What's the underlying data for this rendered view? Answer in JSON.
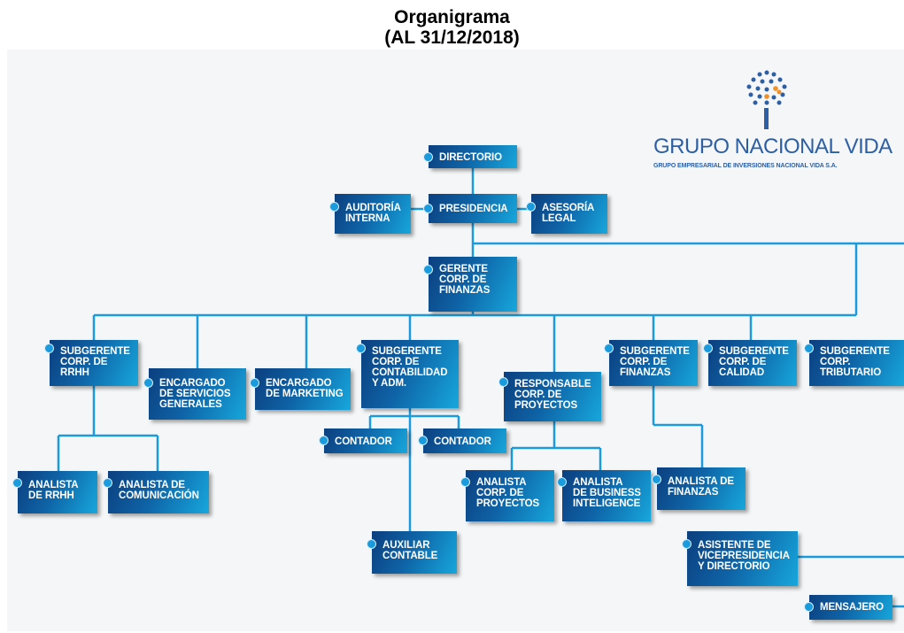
{
  "title": "Organigrama",
  "subtitle": "(AL 31/12/2018)",
  "logo": {
    "name": "GRUPO NACIONAL VIDA",
    "subname": "GRUPO EMPRESARIAL DE INVERSIONES NACIONAL VIDA S.A."
  },
  "nodes": {
    "directorio": "DIRECTORIO",
    "presidencia": "PRESIDENCIA",
    "auditoria": "AUDITORÍA\nINTERNA",
    "asesoria": "ASESORÍA\nLEGAL",
    "gerente_finanzas": "GERENTE\nCORP. DE\nFINANZAS",
    "sub_rrhh": "SUBGERENTE\nCORP. DE\nRRHH",
    "enc_servicios": "ENCARGADO\nDE SERVICIOS\nGENERALES",
    "enc_marketing": "ENCARGADO\nDE MARKETING",
    "sub_contabilidad": "SUBGERENTE\nCORP. DE\nCONTABILIDAD\nY ADM.",
    "resp_proyectos": "RESPONSABLE\nCORP. DE\nPROYECTOS",
    "sub_finanzas": "SUBGERENTE\nCORP. DE\nFINANZAS",
    "sub_calidad": "SUBGERENTE\nCORP. DE\nCALIDAD",
    "sub_tributario": "SUBGERENTE\nCORP.\nTRIBUTARIO",
    "contador_1": "CONTADOR",
    "contador_2": "CONTADOR",
    "analista_rrhh": "ANALISTA\nDE RRHH",
    "analista_comunicacion": "ANALISTA DE\nCOMUNICACIÓN",
    "analista_proyectos": "ANALISTA\nCORP. DE\nPROYECTOS",
    "analista_bi": "ANALISTA\nDE BUSINESS\nINTELIGENCE",
    "analista_finanzas": "ANALISTA DE\nFINANZAS",
    "auxiliar_contable": "AUXILIAR\nCONTABLE",
    "asistente_vp": "ASISTENTE DE\nVICEPRESIDENCIA\nY DIRECTORIO",
    "mensajero": "MENSAJERO"
  },
  "colors": {
    "box_dark": "#0c3f7f",
    "box_light": "#17a7dc",
    "connector": "#1a9bde",
    "logo_text": "#2d5fa5",
    "background": "#f4f6f7"
  }
}
